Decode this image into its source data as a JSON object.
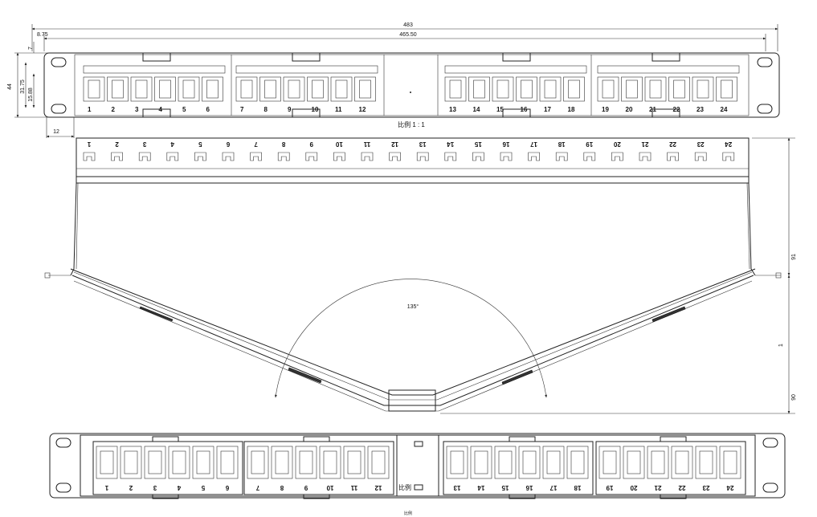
{
  "dimensions": {
    "overall_width": "483",
    "mount_width": "465.50",
    "ear_offset": "8.75",
    "height": "44",
    "hole_pitch": "31.75",
    "hole_offset": "15.88",
    "top_offset": "7",
    "hole_to_edge": "12",
    "depth_tray": "91",
    "depth_v": "90",
    "angle": "135°",
    "side_mark": "1"
  },
  "scale_label": "比例 1 : 1",
  "bottom_scale_label": "比例",
  "bottom_caption": "比例",
  "port_labels": [
    "1",
    "2",
    "3",
    "4",
    "5",
    "6",
    "7",
    "8",
    "9",
    "10",
    "11",
    "12",
    "13",
    "14",
    "15",
    "16",
    "17",
    "18",
    "19",
    "20",
    "21",
    "22",
    "23",
    "24"
  ],
  "colors": {
    "line": "#222222",
    "background": "#ffffff"
  }
}
